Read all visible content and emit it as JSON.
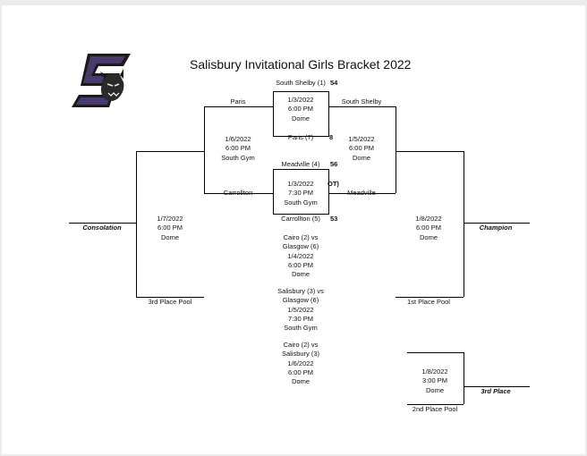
{
  "title": "Salisbury Invitational Girls Bracket 2022",
  "logo": {
    "icon": "salisbury-s-logo-icon",
    "color_primary": "#4a3a6b",
    "color_dark": "#1a1a1a"
  },
  "teams": {
    "south_shelby": "South Shelby (1)",
    "south_shelby_score": "54",
    "paris": "Paris (7)",
    "paris_score": "8",
    "meadville": "Meadville (4)",
    "meadville_score": "56",
    "ot_mark": "OT)",
    "carrollton": "Carrollton (5)",
    "carrollton_score": "53"
  },
  "winners": {
    "left_top": "Paris",
    "right_top": "South Shelby",
    "left_bottom": "Carrollton",
    "right_bottom": "Meadville"
  },
  "games": {
    "g1": {
      "date": "1/3/2022",
      "time": "6:00 PM",
      "place": "Dome"
    },
    "g2": {
      "date": "1/3/2022",
      "time": "7:30 PM",
      "place": "South Gym"
    },
    "left_semi": {
      "date": "1/6/2022",
      "time": "6:00 PM",
      "place": "South Gym"
    },
    "right_semi": {
      "date": "1/5/2022",
      "time": "6:00 PM",
      "place": "Dome"
    },
    "consolation_final": {
      "date": "1/7/2022",
      "time": "6:00 PM",
      "place": "Dome"
    },
    "championship": {
      "date": "1/8/2022",
      "time": "6:00 PM",
      "place": "Dome"
    },
    "third_place": {
      "date": "1/8/2022",
      "time": "3:00 PM",
      "place": "Dome"
    }
  },
  "pool_games": [
    {
      "matchup1": "Cairo (2) vs",
      "matchup2": "Glasgow (6)",
      "date": "1/4/2022",
      "time": "6:00 PM",
      "place": "Dome"
    },
    {
      "matchup1": "Salisbury (3) vs",
      "matchup2": "Glasgow (6)",
      "date": "1/5/2022",
      "time": "7:30 PM",
      "place": "South Gym"
    },
    {
      "matchup1": "Cairo (2) vs",
      "matchup2": "Salisbury (3)",
      "date": "1/6/2022",
      "time": "6:00 PM",
      "place": "Dome"
    }
  ],
  "labels": {
    "consolation": "Consolation",
    "champion": "Champion",
    "third_place": "3rd Place",
    "third_place_pool": "3rd Place Pool",
    "first_place_pool": "1st Place Pool",
    "second_place_pool": "2nd Place Pool"
  }
}
